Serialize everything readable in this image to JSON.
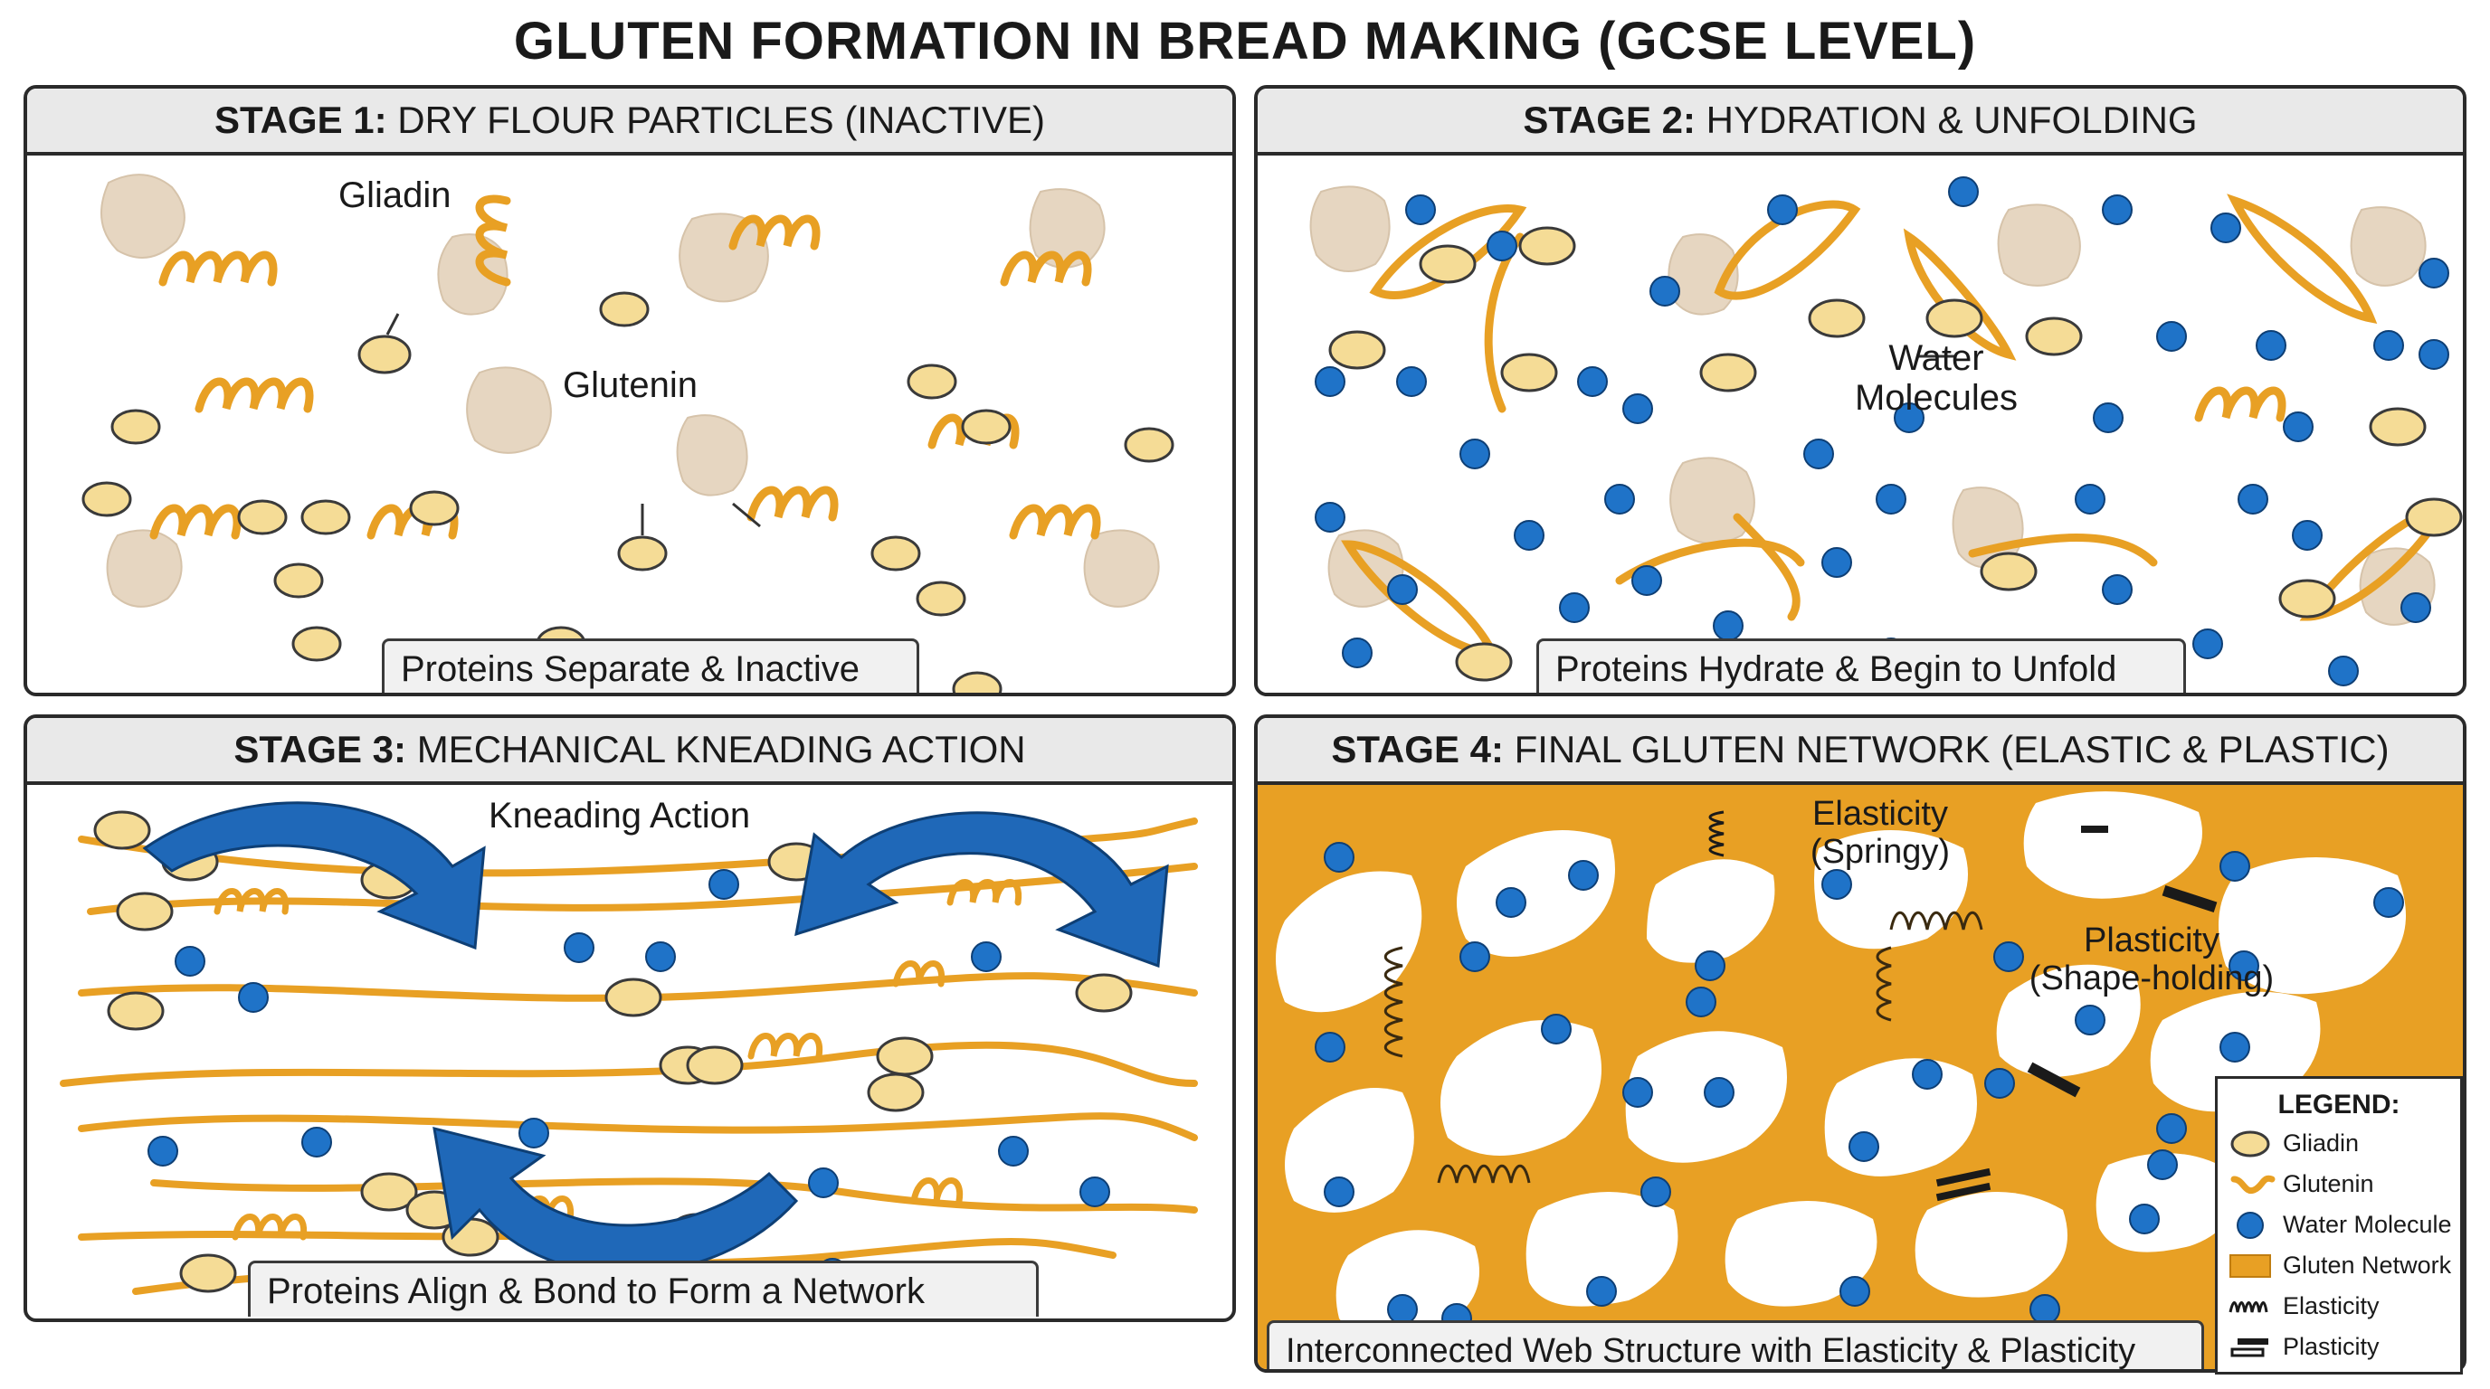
{
  "title": "GLUTEN FORMATION IN BREAD MAKING (GCSE LEVEL)",
  "colors": {
    "gliadin_fill": "#f5dc96",
    "gluten_orange": "#e8a024",
    "water_blue": "#1f73c8",
    "flour_tan": "#e6d6c1",
    "arrow_blue": "#1f68b8",
    "panel_header_bg": "#e9e9e9"
  },
  "stages": [
    {
      "number_label": "STAGE 1:",
      "title": "DRY FLOUR PARTICLES (INACTIVE)",
      "caption": "Proteins Separate & Inactive",
      "labels": {
        "gliadin": "Gliadin",
        "glutenin": "Glutenin"
      }
    },
    {
      "number_label": "STAGE 2:",
      "title": "HYDRATION & UNFOLDING",
      "caption": "Proteins Hydrate & Begin to Unfold",
      "labels": {
        "water_line1": "Water",
        "water_line2": "Molecules"
      }
    },
    {
      "number_label": "STAGE 3:",
      "title": "MECHANICAL KNEADING ACTION",
      "caption": "Proteins Align & Bond to Form a Network",
      "labels": {
        "kneading": "Kneading Action"
      }
    },
    {
      "number_label": "STAGE 4:",
      "title": "FINAL GLUTEN NETWORK (ELASTIC & PLASTIC)",
      "caption": "Interconnected Web Structure with Elasticity & Plasticity",
      "labels": {
        "elasticity": "Elasticity",
        "elasticity_sub": "(Springy)",
        "plasticity": "Plasticity",
        "plasticity_sub": "(Shape-holding)"
      }
    }
  ],
  "legend": {
    "title": "LEGEND:",
    "items": [
      {
        "icon": "gliadin-icon",
        "label": "Gliadin"
      },
      {
        "icon": "glutenin-icon",
        "label": "Glutenin"
      },
      {
        "icon": "water-molecule-icon",
        "label": "Water Molecule"
      },
      {
        "icon": "gluten-network-icon",
        "label": "Gluten Network"
      },
      {
        "icon": "elasticity-icon",
        "label": "Elasticity"
      },
      {
        "icon": "plasticity-icon",
        "label": "Plasticity"
      }
    ]
  }
}
